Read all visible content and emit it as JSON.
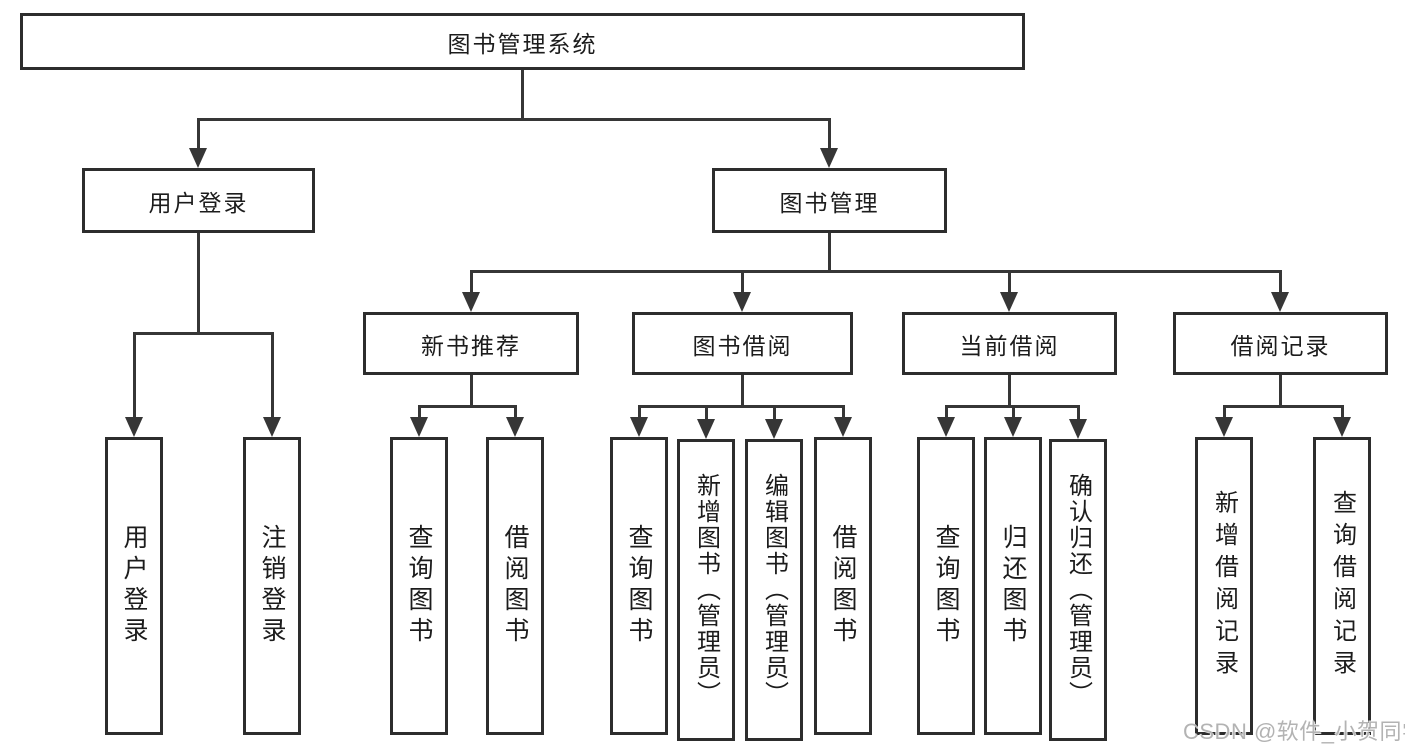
{
  "tree": {
    "root": {
      "label": "图书管理系统"
    },
    "children": [
      {
        "label": "用户登录",
        "children": [
          {
            "label": "用户登录"
          },
          {
            "label": "注销登录"
          }
        ]
      },
      {
        "label": "图书管理",
        "children": [
          {
            "label": "新书推荐",
            "children": [
              {
                "label": "查询图书"
              },
              {
                "label": "借阅图书"
              }
            ]
          },
          {
            "label": "图书借阅",
            "children": [
              {
                "label": "查询图书"
              },
              {
                "label": "新增图书（管理员）"
              },
              {
                "label": "编辑图书（管理员）"
              },
              {
                "label": "借阅图书"
              }
            ]
          },
          {
            "label": "当前借阅",
            "children": [
              {
                "label": "查询图书"
              },
              {
                "label": "归还图书"
              },
              {
                "label": "确认归还（管理员）"
              }
            ]
          },
          {
            "label": "借阅记录",
            "children": [
              {
                "label": "新增借阅记录"
              },
              {
                "label": "查询借阅记录"
              }
            ]
          }
        ]
      }
    ]
  },
  "watermark": {
    "text": "CSDN @软件_小贺同学"
  },
  "colors": {
    "background": "#ffffff",
    "box_border": "#2d2d2d",
    "connector": "#363636",
    "text": "#1c1c1c",
    "watermark": "#b3b3b3"
  }
}
